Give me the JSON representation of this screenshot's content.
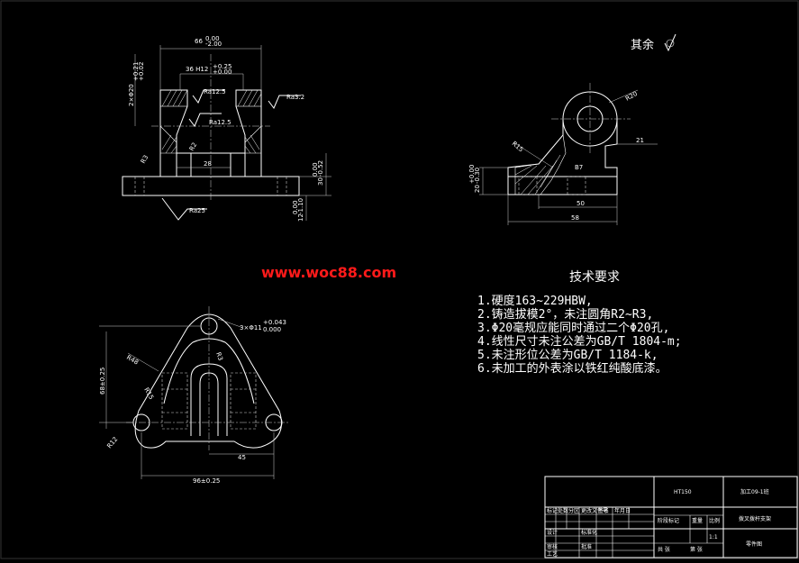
{
  "watermark": "www.woc88.com",
  "surface_note": "其余",
  "tech": {
    "title": "技术要求",
    "items": [
      "1.硬度163~229HBW,",
      "2.铸造拔模2°，未注圆角R2~R3,",
      "3.Φ20毫规应能同时通过二个Φ20孔,",
      "4.线性尺寸未注公差为GB/T 1804-m;",
      "5.未注形位公差为GB/T 1184-k,",
      "6.未加工的外表涂以铁红纯酸底漆。"
    ]
  },
  "front_view": {
    "dims": {
      "top_width": "66",
      "top_tol_up": "0.00",
      "top_tol_low": "-2.00",
      "slot": "36 H12",
      "slot_tol_up": "+0.25",
      "slot_tol_low": "+0.00",
      "bore": "2×Φ20",
      "bore_tol_up": "+0.21",
      "bore_tol_low": "+0.02",
      "base_w": "28",
      "h30": "30",
      "h30_tol_up": "0.00",
      "h30_tol_low": "-0.52",
      "h12": "12",
      "h12_tol_up": "0.00",
      "h12_tol_low": "-1.10"
    },
    "rough": [
      "Ra12.5",
      "Ra12.5",
      "Ra3.2",
      "Ra25"
    ],
    "radius": [
      "R3",
      "R2"
    ]
  },
  "side_view": {
    "dims": {
      "r20": "R20",
      "r15": "R15",
      "d21": "21",
      "b7": "B7",
      "d50": "50",
      "d58": "58",
      "h20": "20",
      "h20_tol_up": "+0.00",
      "h20_tol_low": "-0.30"
    }
  },
  "top_view": {
    "dims": {
      "holes": "3×Φ11",
      "holes_tol_up": "+0.043",
      "holes_tol_low": "0.000",
      "r48": "R48",
      "d68": "68±0.25",
      "d96": "96±0.25",
      "d45": "45",
      "r12": "R12",
      "r15": "R15",
      "r3": "R3"
    }
  },
  "title_block": {
    "material": "HT150",
    "org": "加工09-1班",
    "part_name": "拨叉拨杆支架",
    "scale": "1:1",
    "drawing_type": "零件图",
    "row_labels": [
      "标记",
      "处数",
      "分区",
      "更改文件号",
      "签名",
      "年月日"
    ],
    "labels": [
      "设计",
      "审核",
      "工艺",
      "标准化",
      "批准",
      "阶段标记",
      "重量",
      "比例",
      "共 张",
      "第 张"
    ]
  }
}
